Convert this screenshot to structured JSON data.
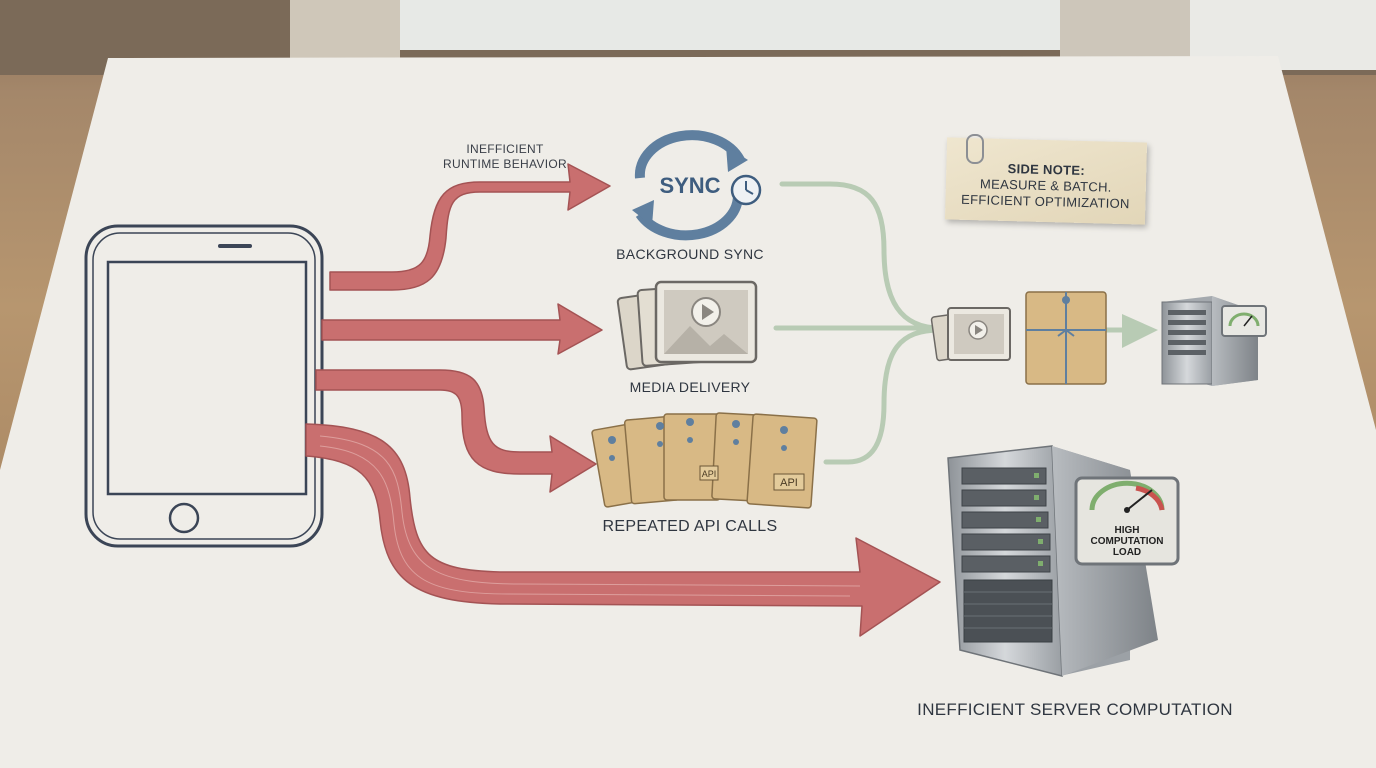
{
  "labels": {
    "runtime_line1": "INEFFICIENT",
    "runtime_line2": "RUNTIME BEHAVIOR",
    "sync_icon_text": "SYNC",
    "background_sync": "BACKGROUND SYNC",
    "media_delivery": "MEDIA DELIVERY",
    "repeated_api_calls": "REPEATED API CALLS",
    "api_tag": "API",
    "inefficient_server": "INEFFICIENT SERVER COMPUTATION"
  },
  "side_note": {
    "title": "SIDE NOTE:",
    "line1": "MEASURE & BATCH.",
    "line2": "EFFICIENT OPTIMIZATION"
  },
  "gauge": {
    "line1": "HIGH",
    "line2": "COMPUTATION",
    "line3": "LOAD"
  },
  "colors": {
    "inefficient_arrow": "#c96f6f",
    "efficient_arrow": "#b8cbb4",
    "sync_blue": "#5f7f9f",
    "envelope": "#d8b985",
    "paper": "#eeece6"
  }
}
